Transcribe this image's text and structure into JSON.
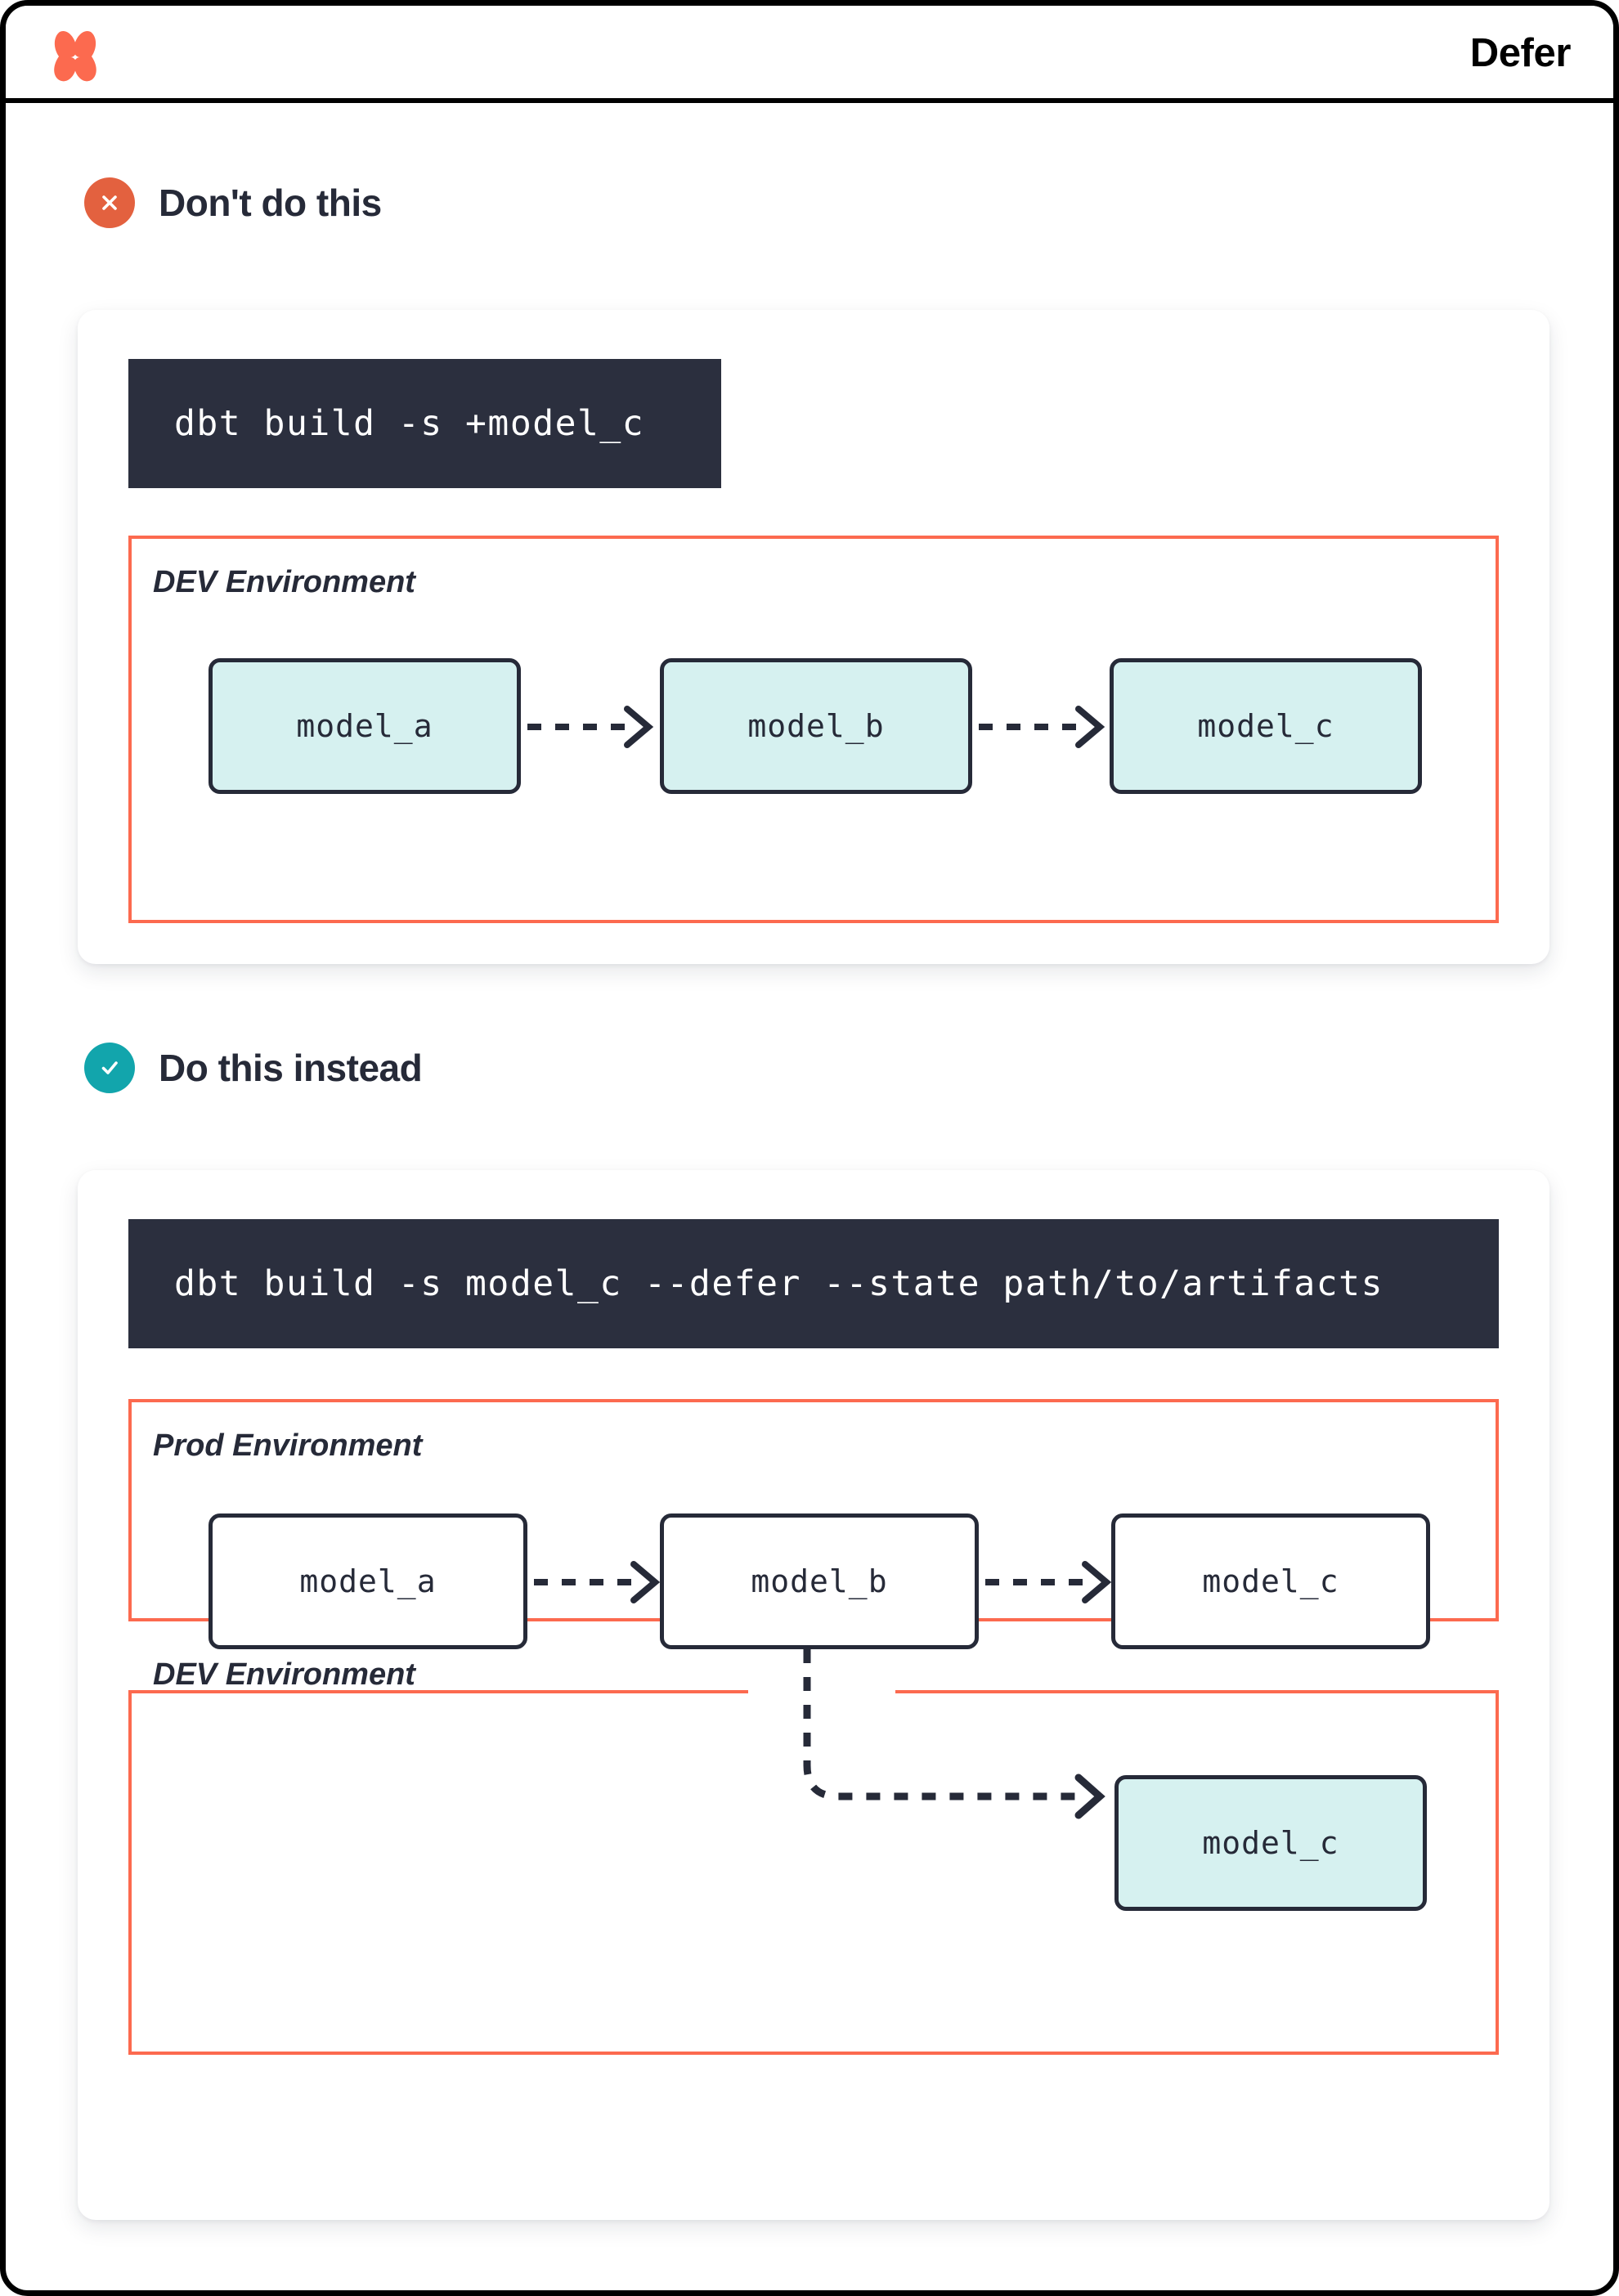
{
  "header": {
    "logo_icon": "dbt-logo-icon",
    "title": "Defer",
    "logo_color": "#fc6a4f"
  },
  "colors": {
    "accent_orange": "#fc6a4f",
    "bad_badge": "#e3613f",
    "good_badge": "#12a5ac",
    "ink": "#262a38",
    "code_bg": "#2b2f3e",
    "node_mint": "#d6f1f0",
    "node_plain": "#ffffff"
  },
  "sections": [
    {
      "id": "dont",
      "badge_icon": "x-circle-icon",
      "title": "Don't do this",
      "command": "dbt build -s +model_c",
      "environments": [
        {
          "label": "DEV Environment",
          "nodes": [
            {
              "label": "model_a",
              "style": "mint"
            },
            {
              "label": "model_b",
              "style": "mint"
            },
            {
              "label": "model_c",
              "style": "mint"
            }
          ]
        }
      ]
    },
    {
      "id": "do",
      "badge_icon": "check-circle-icon",
      "title": "Do this instead",
      "command": "dbt build -s model_c --defer --state path/to/artifacts",
      "environments": [
        {
          "label": "Prod Environment",
          "nodes": [
            {
              "label": "model_a",
              "style": "plain"
            },
            {
              "label": "model_b",
              "style": "plain"
            },
            {
              "label": "model_c",
              "style": "plain"
            }
          ]
        },
        {
          "label": "DEV Environment",
          "nodes": [
            {
              "label": "model_c",
              "style": "mint"
            }
          ]
        }
      ]
    }
  ]
}
